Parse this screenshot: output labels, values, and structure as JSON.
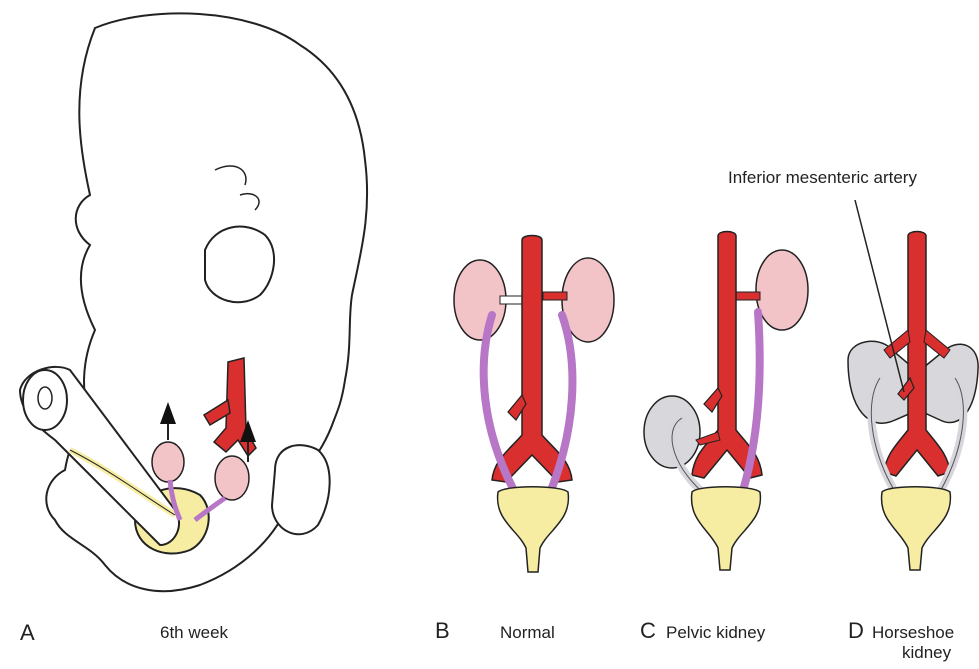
{
  "panels": {
    "a": {
      "letter": "A",
      "caption": "6th week"
    },
    "b": {
      "letter": "B",
      "caption": "Normal"
    },
    "c": {
      "letter": "C",
      "caption": "Pelvic kidney"
    },
    "d": {
      "letter": "D",
      "caption_line1": "Horseshoe",
      "caption_line2": "kidney"
    }
  },
  "annotations": {
    "ima": "Inferior mesenteric artery"
  },
  "colors": {
    "artery": "#d9302f",
    "kidney_normal": "#f2c4c8",
    "kidney_ectopic": "#d8d8dc",
    "ureter_normal": "#b877c6",
    "ureter_ectopic": "#d6d6dc",
    "bladder": "#f6eda3",
    "outline": "#222222"
  }
}
